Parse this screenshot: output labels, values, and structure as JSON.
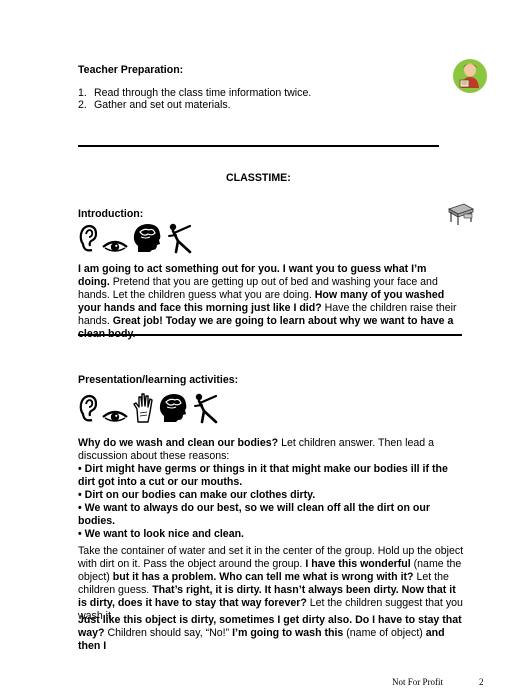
{
  "teacher_prep": {
    "heading": "Teacher Preparation:",
    "steps": [
      {
        "num": "1.",
        "text": "Read through the class time information twice."
      },
      {
        "num": "2.",
        "text": "Gather and set out materials."
      }
    ]
  },
  "classtime": {
    "heading": "CLASSTIME:"
  },
  "introduction": {
    "heading": "Introduction:",
    "icons": [
      "ear-icon",
      "eye-icon",
      "brain-head-icon",
      "stretching-figure-icon"
    ],
    "p1_b1": "I am going to act something out for you. I want you to guess what I’m doing.",
    "p1_n1": " Pretend that you are getting up out of bed and washing your face and hands. Let the children guess what you are doing. ",
    "p1_b2": "How many of you washed your hands and face this morning just like I did?",
    "p1_n2": " Have the children raise their hands. ",
    "p1_b3": "Great job! Today we are going to learn about why we want to have a clean body."
  },
  "presentation": {
    "heading": "Presentation/learning activities:",
    "icons": [
      "ear-icon",
      "eye-icon",
      "hand-icon",
      "brain-head-icon",
      "stretching-figure-icon"
    ],
    "q_bold": " Why do we wash and clean our bodies?",
    "q_normal": " Let children answer. Then lead a discussion about these reasons:",
    "bullets": [
      "Dirt might have germs or things in it that might make our bodies ill if the dirt got into a cut or our mouths.",
      "Dirt on our bodies can make our clothes dirty.",
      "We want to always do our best, so we will clean off all the dirt on our bodies.",
      "We want to look nice and clean."
    ],
    "bullet_mark": "•",
    "p2_n1": "Take the container of water and set it in the center of the group. Hold up the object with dirt on it. Pass the object around the group. ",
    "p2_b1": "I have this wonderful",
    "p2_n2": " (name the object) ",
    "p2_b2": "but it has a problem. Who can tell me what is wrong with it?",
    "p2_n3": " Let the children guess. ",
    "p2_b3": "That’s right, it is dirty. It hasn’t always been dirty. Now that it is dirty, does it have to stay that way forever?",
    "p2_n4": " Let the children suggest that you wash it.",
    "p3_b1": "Just like this object is dirty, sometimes I get dirty also. Do I have to stay that way?",
    "p3_n1": " Children should say, “No!” ",
    "p3_b2": "I’m going to wash this",
    "p3_n2": " (name of object) ",
    "p3_b3": "and then I"
  },
  "footer": {
    "label": "Not For Profit",
    "page": "2"
  },
  "colors": {
    "text": "#000000",
    "clipart_green": "#7dc242",
    "clipart_red": "#c0392b"
  }
}
